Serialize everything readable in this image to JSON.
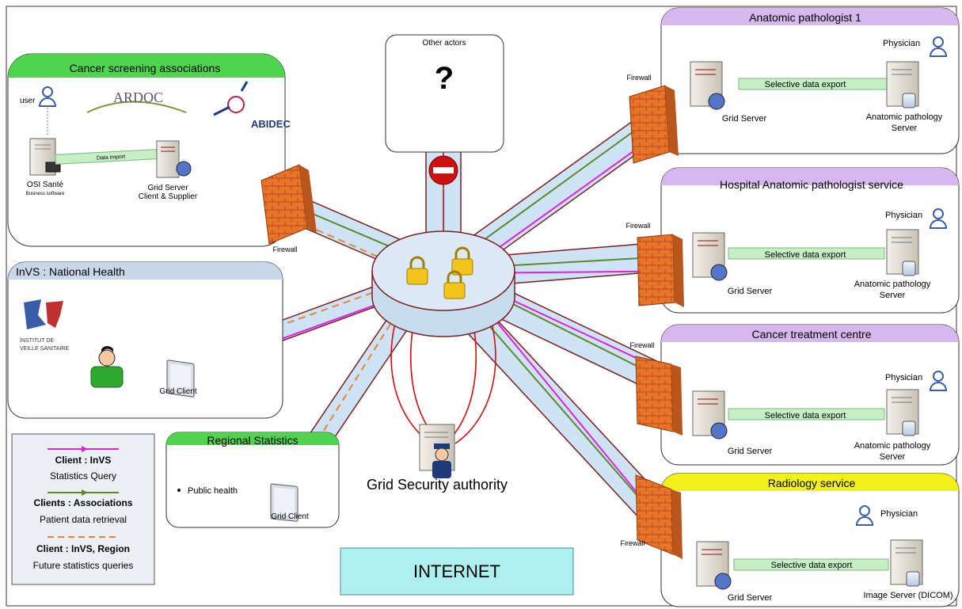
{
  "center": {
    "security_label": "Grid Security authority",
    "internet_label": "INTERNET",
    "other_actors": {
      "title": "Other actors",
      "symbol": "?"
    }
  },
  "panels": {
    "screening": {
      "title": "Cancer screening associations",
      "user": "user",
      "logo_ardoc": "ARDOC",
      "logo_abidec": "ABIDEC",
      "osi_name": "OSI Santé",
      "osi_sub": "Business software",
      "data_import": "Data import",
      "grid_server": "Grid Server",
      "grid_server_sub": "Client & Supplier"
    },
    "invs": {
      "title": "InVS : National Health",
      "logo_line1": "INSTITUT DE",
      "logo_line2": "VEILLE SANITAIRE",
      "grid_client": "Grid Client"
    },
    "regional": {
      "title": "Regional Statistics",
      "bullet": "Public health",
      "grid_client": "Grid Client"
    },
    "anapath1": {
      "title": "Anatomic pathologist 1",
      "physician": "Physician",
      "export": "Selective data export",
      "grid_server": "Grid Server",
      "server_line1": "Anatomic pathology",
      "server_line2": "Server"
    },
    "hospital": {
      "title": "Hospital Anatomic pathologist service",
      "physician": "Physician",
      "export": "Selective data export",
      "grid_server": "Grid Server",
      "server_line1": "Anatomic pathology",
      "server_line2": "Server"
    },
    "treatment": {
      "title": "Cancer treatment centre",
      "physician": "Physician",
      "export": "Selective data export",
      "grid_server": "Grid Server",
      "server_line1": "Anatomic pathology",
      "server_line2": "Server"
    },
    "radiology": {
      "title": "Radiology service",
      "physician": "Physician",
      "export": "Selective data export",
      "grid_server": "Grid Server",
      "server_line1": "Image Server (DICOM)"
    }
  },
  "firewall_label": "Firewall",
  "legend": [
    {
      "title": "Client : InVS",
      "desc": "Statistics Query",
      "color": "#e020e0",
      "style": "solid"
    },
    {
      "title": "Clients : Associations",
      "desc": "Patient data retrieval",
      "color": "#5a8a2a",
      "style": "solid"
    },
    {
      "title": "Client : InVS, Region",
      "desc": "Future statistics queries",
      "color": "#e8843a",
      "style": "dashed"
    }
  ],
  "colors": {
    "tube": "#cfe3f6",
    "tube_edge": "#7a1f1f",
    "magenta": "#e020e0",
    "green": "#5a8a2a",
    "orange": "#e8843a",
    "red": "#d01010",
    "green_header": "#4fd44f",
    "purple_header": "#d7b8ee",
    "yellow_header": "#f2f21a",
    "blue_header": "#c9d7ea",
    "internet_box": "#aef0f0",
    "firewall": "#e8742a"
  }
}
